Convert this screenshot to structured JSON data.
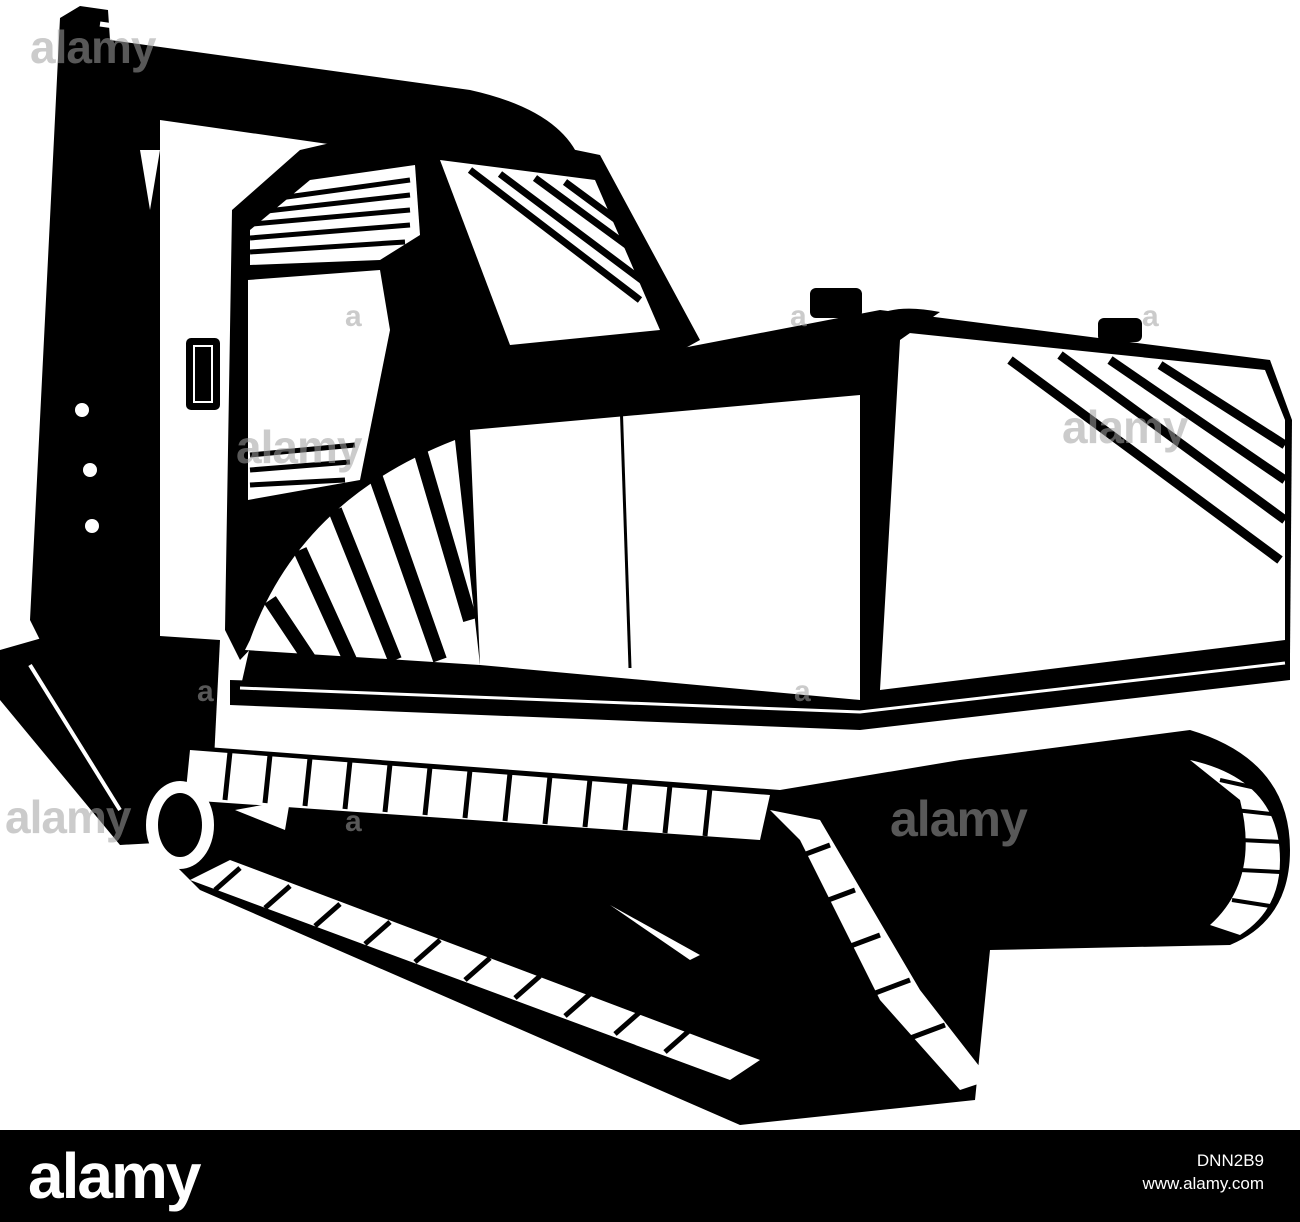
{
  "footer": {
    "logo_text": "alamy",
    "image_id": "DNN2B9",
    "site_url": "www.alamy.com"
  },
  "watermarks": [
    "alamy",
    "alamy",
    "alamy",
    "alamy",
    "alamy",
    "a",
    "a",
    "a",
    "a",
    "a",
    "a"
  ],
  "colors": {
    "ink": "#000000",
    "paper": "#ffffff",
    "watermark": "#a0a0a0"
  }
}
